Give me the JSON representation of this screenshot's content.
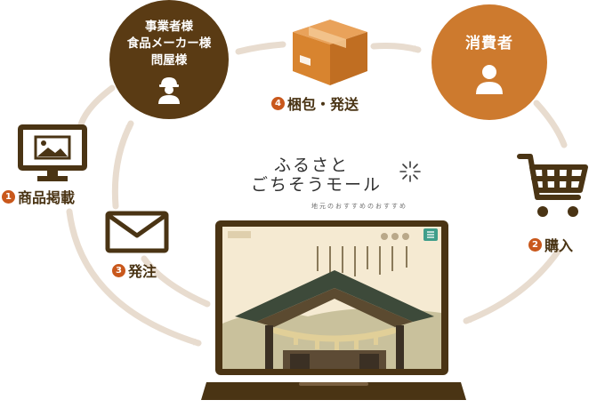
{
  "nodes": {
    "supplier": {
      "lines": [
        "事業者様",
        "食品メーカー様",
        "問屋様"
      ]
    },
    "consumer": {
      "label": "消費者"
    }
  },
  "steps": [
    {
      "num": "1",
      "label": "商品掲載"
    },
    {
      "num": "2",
      "label": "購入"
    },
    {
      "num": "3",
      "label": "発注"
    },
    {
      "num": "4",
      "label": "梱包・発送"
    }
  ],
  "logo": {
    "line1": "ふるさと",
    "line2": "ごちそうモール",
    "sub": "地元のおすすめのおすすめ"
  },
  "colors": {
    "supplier_circle": "#5a3b14",
    "consumer_circle": "#cd7a2e",
    "step_badge": "#c9581c",
    "arrow": "#e8dccf",
    "icon_dark": "#4a3414",
    "box": "#d8842f"
  },
  "icons": [
    "person-icon",
    "monitor-icon",
    "box-icon",
    "cart-icon",
    "envelope-icon",
    "laptop-icon"
  ]
}
